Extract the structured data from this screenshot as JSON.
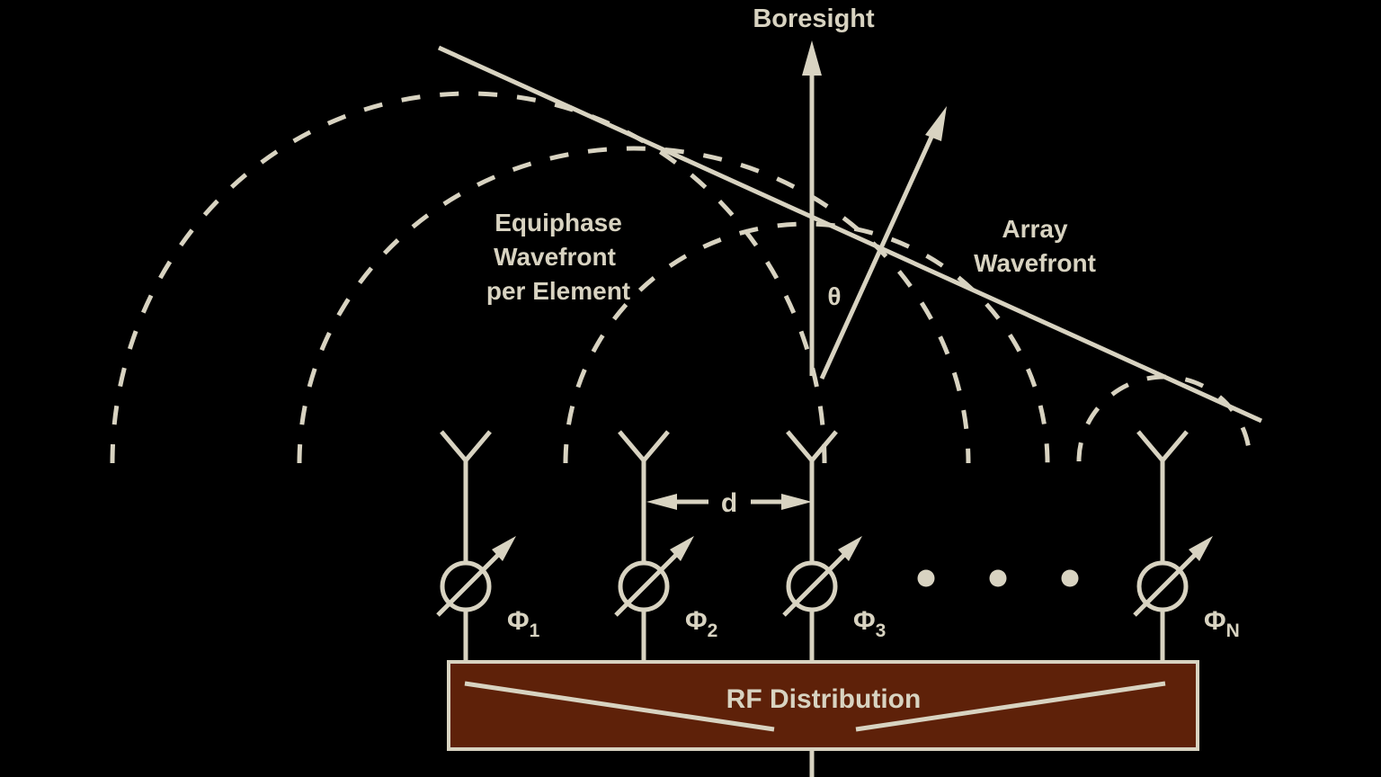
{
  "colors": {
    "background": "#000000",
    "ink": "#D8D3C1",
    "rf_box_fill": "#5E2109"
  },
  "labels": {
    "boresight": "Boresight",
    "theta": "θ",
    "array_wavefront": [
      "Array",
      "Wavefront"
    ],
    "equiphase_wavefront": [
      "Equiphase",
      "Wavefront",
      "per Element"
    ],
    "element_spacing": "d",
    "rf_distribution": "RF Distribution"
  },
  "phase_shifters": [
    {
      "symbol": "Φ",
      "sub": "1"
    },
    {
      "symbol": "Φ",
      "sub": "2"
    },
    {
      "symbol": "Φ",
      "sub": "3"
    },
    {
      "symbol": "Φ",
      "sub": "N"
    }
  ],
  "ellipsis_dot_count": 3
}
